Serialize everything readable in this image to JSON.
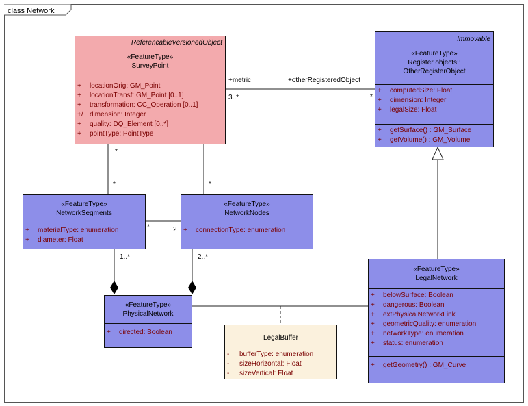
{
  "frame": {
    "title": "class Network"
  },
  "classes": {
    "survey_point": {
      "abstract_label": "ReferencableVersionedObject",
      "stereotype": "«FeatureType»",
      "name": "SurveyPoint",
      "attributes": [
        {
          "vis": "+",
          "text": "locationOrig:  GM_Point"
        },
        {
          "vis": "+",
          "text": "locationTransf:  GM_Point [0..1]"
        },
        {
          "vis": "+",
          "text": "transformation:  CC_Operation [0..1]"
        },
        {
          "vis": "+/",
          "text": "dimension:  Integer"
        },
        {
          "vis": "+",
          "text": "quality:  DQ_Element [0..*]"
        },
        {
          "vis": "+",
          "text": "pointType:  PointType"
        }
      ]
    },
    "other_register_object": {
      "abstract_label": "Immovable",
      "stereotype": "«FeatureType»",
      "name_line1": "Register objects::",
      "name_line2": "OtherRegisterObject",
      "attributes": [
        {
          "vis": "+",
          "text": "computedSize:  Float"
        },
        {
          "vis": "+",
          "text": "dimension:  Integer"
        },
        {
          "vis": "+",
          "text": "legalSize:  Float"
        }
      ],
      "operations": [
        {
          "vis": "+",
          "text": "getSurface() : GM_Surface"
        },
        {
          "vis": "+",
          "text": "getVolume() : GM_Volume"
        }
      ]
    },
    "network_segments": {
      "stereotype": "«FeatureType»",
      "name": "NetworkSegments",
      "attributes": [
        {
          "vis": "+",
          "text": "materialType:  enumeration"
        },
        {
          "vis": "+",
          "text": "diameter:  Float"
        }
      ]
    },
    "network_nodes": {
      "stereotype": "«FeatureType»",
      "name": "NetworkNodes",
      "attributes": [
        {
          "vis": "+",
          "text": "connectionType:  enumeration"
        }
      ]
    },
    "physical_network": {
      "stereotype": "«FeatureType»",
      "name": "PhysicalNetwork",
      "attributes": [
        {
          "vis": "+",
          "text": "directed:  Boolean"
        }
      ]
    },
    "legal_buffer": {
      "name": "LegalBuffer",
      "attributes": [
        {
          "vis": "-",
          "text": "bufferType:  enumeration"
        },
        {
          "vis": "-",
          "text": "sizeHorizontal:  Float"
        },
        {
          "vis": "-",
          "text": "sizeVertical:  Float"
        }
      ]
    },
    "legal_network": {
      "stereotype": "«FeatureType»",
      "name": "LegalNetwork",
      "attributes": [
        {
          "vis": "+",
          "text": "belowSurface:  Boolean"
        },
        {
          "vis": "+",
          "text": "dangerous:  Boolean"
        },
        {
          "vis": "+",
          "text": "extPhysicalNetworkLink"
        },
        {
          "vis": "+",
          "text": "geometricQuality:  enumeration"
        },
        {
          "vis": "+",
          "text": "networkType:  enumeration"
        },
        {
          "vis": "+",
          "text": "status:  enumeration"
        }
      ],
      "operations": [
        {
          "vis": "+",
          "text": "getGeometry() : GM_Curve"
        }
      ]
    }
  },
  "labels": {
    "metric": "+metric",
    "metric_mult": "3..*",
    "other_registered": "+otherRegisteredObject",
    "other_mult": "*",
    "sp_seg_top": "*",
    "sp_seg_bottom": "*",
    "sp_nodes_bottom": "*",
    "seg_nodes_left": "*",
    "seg_nodes_right": "2",
    "seg_phys": "1..*",
    "nodes_phys": "2..*"
  },
  "colors": {
    "feature_fill": "#8d8ee9",
    "survey_fill": "#f3aaad",
    "buffer_fill": "#fbf1dd",
    "attribute_text": "#7a0000"
  }
}
